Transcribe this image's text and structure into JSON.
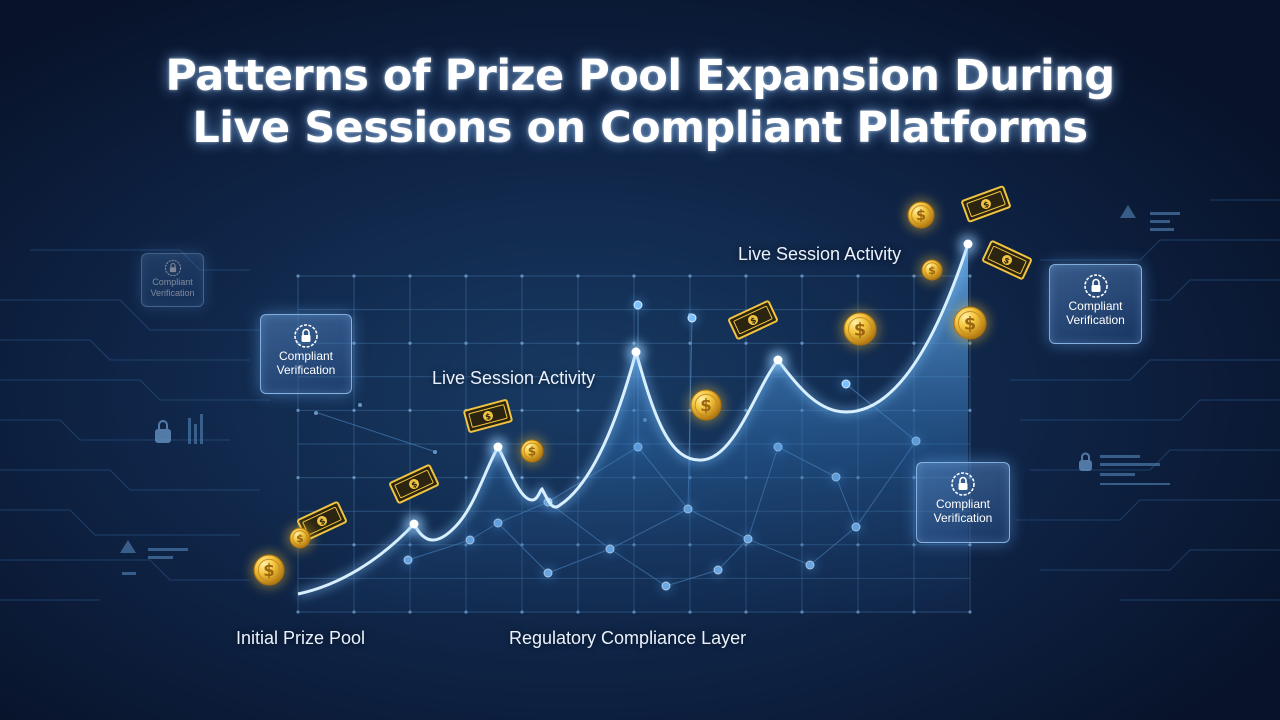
{
  "title": {
    "line1": "Patterns of Prize Pool Expansion During",
    "line2": "Live Sessions on Compliant Platforms"
  },
  "labels": {
    "live_session_upper": "Live Session Activity",
    "live_session_mid": "Live Session Activity",
    "initial_prize_pool": "Initial Prize Pool",
    "regulatory_layer": "Regulatory Compliance Layer"
  },
  "badges": {
    "left": {
      "line1": "Compliant",
      "line2": "Verification"
    },
    "right_top": {
      "line1": "Compliant",
      "line2": "Verification"
    },
    "right_bottom": {
      "line1": "Compliant",
      "line2": "Verification"
    },
    "far_left": {
      "line1": "Compliant",
      "line2": "Verification"
    }
  },
  "icons": {
    "coin": "dollar-coin-icon",
    "bill": "dollar-bill-icon",
    "lock": "lock-icon",
    "seal": "verification-seal-icon"
  },
  "colors": {
    "background": "#0a1730",
    "curve": "#bfe2ff",
    "area_top": "#5fa7ea",
    "grid": "#3f6f9f",
    "coin": "#f4c53d",
    "bill": "#f0c441"
  }
}
